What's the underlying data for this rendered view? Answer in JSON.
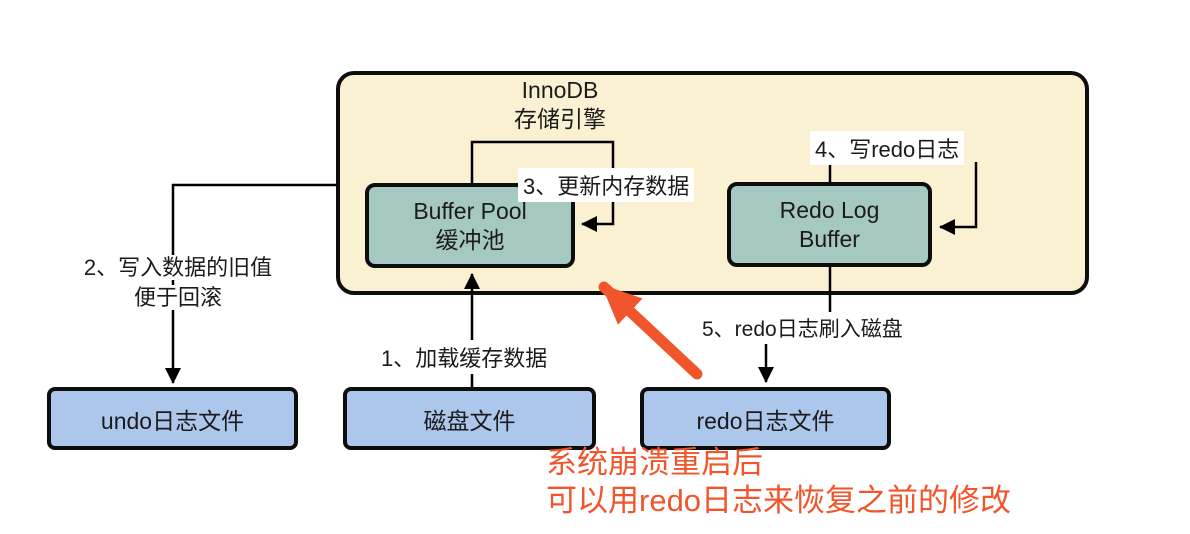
{
  "diagram": {
    "container": {
      "title_line1": "InnoDB",
      "title_line2": "存储引擎"
    },
    "nodes": {
      "buffer_pool": {
        "line1": "Buffer Pool",
        "line2": "缓冲池"
      },
      "redo_log_buffer": {
        "line1": "Redo Log",
        "line2": "Buffer"
      },
      "undo_file": {
        "label": "undo日志文件"
      },
      "disk_file": {
        "label": "磁盘文件"
      },
      "redo_file": {
        "label": "redo日志文件"
      }
    },
    "steps": {
      "step1": "1、加载缓存数据",
      "step2_line1": "2、写入数据的旧值",
      "step2_line2": "便于回滚",
      "step3": "3、更新内存数据",
      "step4": "4、写redo日志",
      "step5": "5、redo日志刷入磁盘"
    },
    "note": {
      "line1": "系统崩溃重启后",
      "line2": "可以用redo日志来恢复之前的修改"
    },
    "colors": {
      "container_fill": "#FAF0D2",
      "memory_node_fill": "#A5C8C0",
      "file_node_fill": "#ADC6EC",
      "border": "#0d0d0d",
      "connector": "#000000",
      "annotation_orange": "#F0552B"
    }
  }
}
